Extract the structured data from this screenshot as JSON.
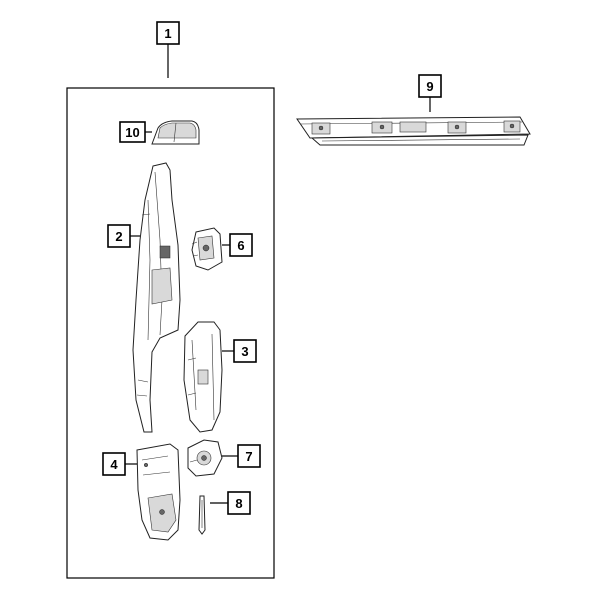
{
  "callouts": {
    "c1": "1",
    "c2": "2",
    "c3": "3",
    "c4": "4",
    "c6": "6",
    "c7": "7",
    "c8": "8",
    "c9": "9",
    "c10": "10"
  }
}
